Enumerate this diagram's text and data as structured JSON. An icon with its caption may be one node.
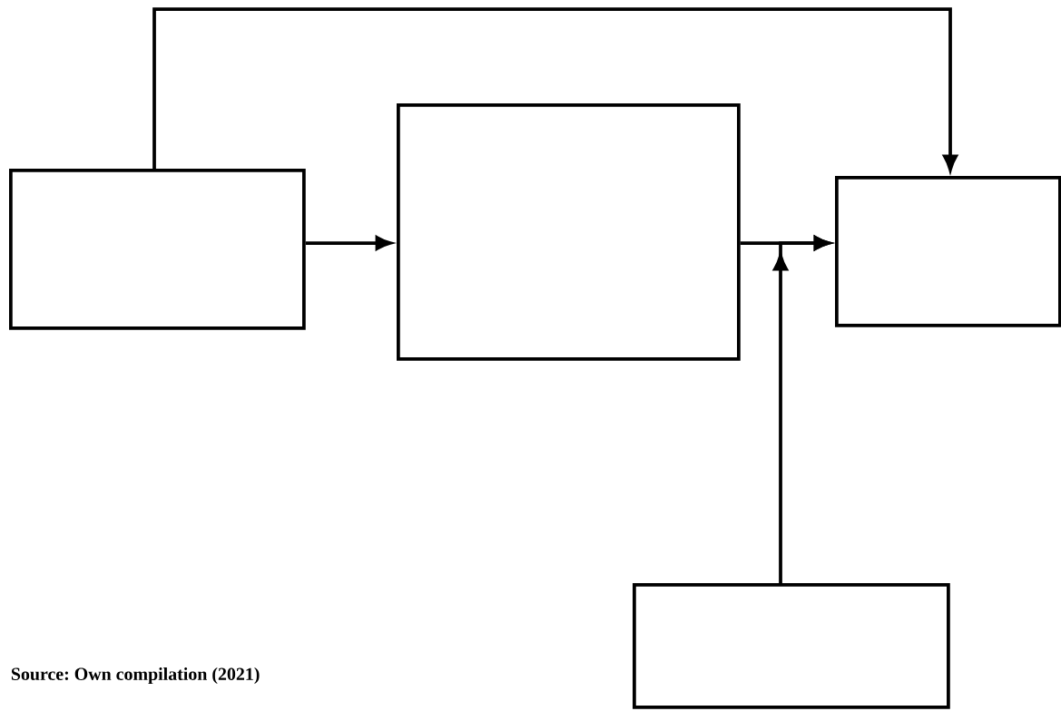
{
  "diagram": {
    "caption": "Source: Own compilation (2021)",
    "nodes": [
      {
        "text": [],
        "shape": "box"
      },
      {
        "text": [],
        "shape": "box"
      },
      {
        "text": [],
        "shape": "box"
      },
      {
        "text": [],
        "shape": "box"
      }
    ],
    "edges": [
      {
        "from": 0,
        "to": 1,
        "arrow": "to"
      },
      {
        "from": 1,
        "to": 2,
        "arrow": "to"
      },
      {
        "from": 3,
        "to": 2,
        "arrow": "to"
      },
      {
        "from": 0,
        "to": 2,
        "arrow": "to"
      }
    ]
  }
}
